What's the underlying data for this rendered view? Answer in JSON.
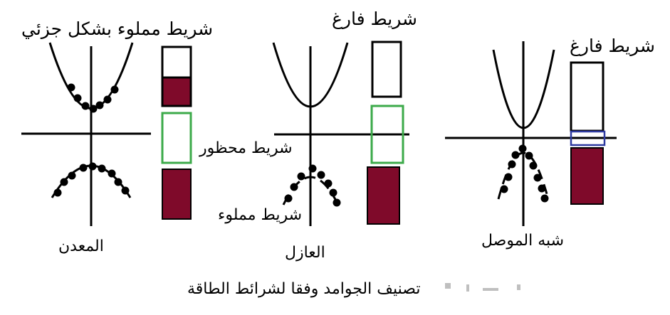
{
  "labels": {
    "partially_filled_band": "شريط مملوء بشكل جزئي",
    "empty_band_insulator": "شريط فارغ",
    "empty_band_semiconductor": "شريط فارغ",
    "forbidden_band": "شريط محظور",
    "filled_band": "شريط مملوء",
    "metal": "المعدن",
    "insulator": "العازل",
    "semiconductor": "شبه الموصل",
    "caption": "تصنيف الجوامد وفقا لشرائط الطاقة"
  },
  "colors": {
    "filled": "#7f0a2a",
    "forbidden": "#3caa4a",
    "gap_semiconductor": "#2e3aa0",
    "line": "#000000"
  }
}
